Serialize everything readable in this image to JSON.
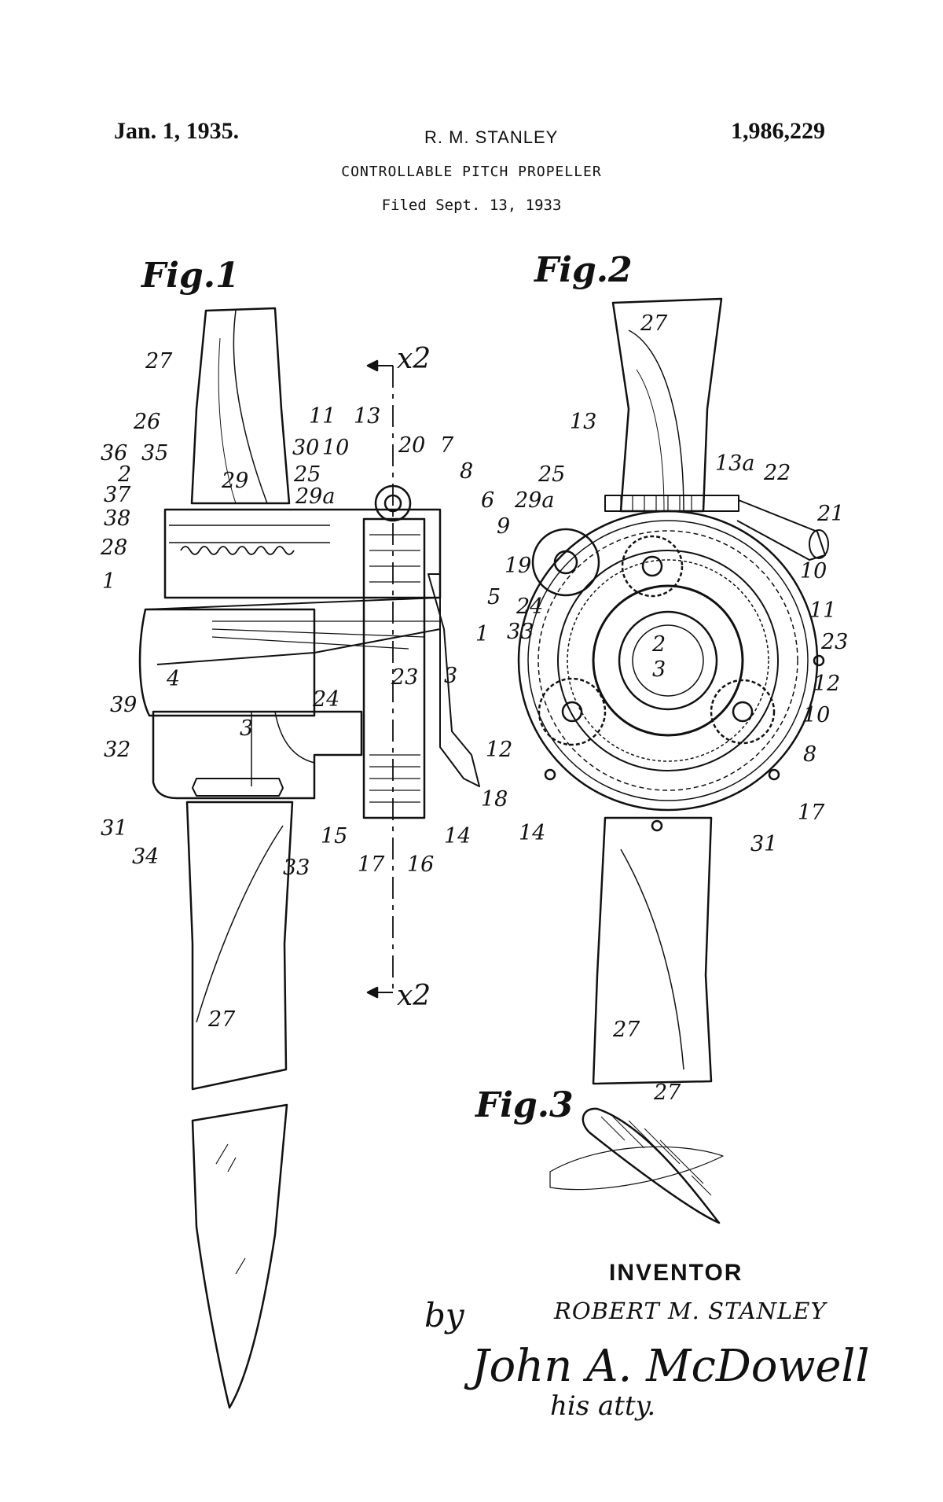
{
  "header": {
    "date": "Jan. 1, 1935.",
    "inventor": "R. M. STANLEY",
    "patent_number": "1,986,229",
    "title": "CONTROLLABLE PITCH PROPELLER",
    "filed": "Filed Sept. 13, 1933"
  },
  "figures": {
    "fig1": "Fig.1",
    "fig2": "Fig.2",
    "fig3": "Fig.3"
  },
  "section_marker": "x2",
  "fig1_refs": [
    "27",
    "26",
    "36",
    "35",
    "2",
    "37",
    "38",
    "28",
    "1",
    "29",
    "30",
    "10",
    "11",
    "13",
    "20",
    "7",
    "25",
    "29a",
    "8",
    "6",
    "9",
    "19",
    "5",
    "1",
    "39",
    "4",
    "3",
    "24",
    "23",
    "3",
    "12",
    "32",
    "31",
    "34",
    "33",
    "15",
    "17",
    "16",
    "14",
    "18",
    "27"
  ],
  "fig2_refs": [
    "27",
    "13",
    "13a",
    "22",
    "21",
    "25",
    "29a",
    "10",
    "11",
    "24",
    "33",
    "23",
    "2",
    "3",
    "12",
    "10",
    "8",
    "17",
    "14",
    "31",
    "27"
  ],
  "fig3_refs": [
    "27"
  ],
  "signature": {
    "heading": "INVENTOR",
    "inventor_name": "ROBERT M. STANLEY",
    "by": "by",
    "attorney": "John A. McDowell",
    "attorney_role": "his atty."
  }
}
